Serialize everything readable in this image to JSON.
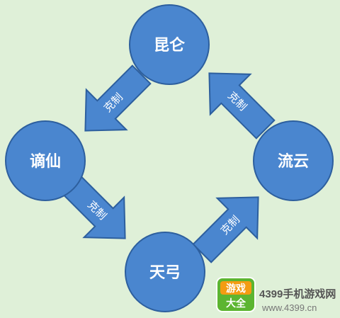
{
  "nodes": [
    {
      "id": "kunlun",
      "label": "昆仑"
    },
    {
      "id": "zhexian",
      "label": "谪仙"
    },
    {
      "id": "tiangong",
      "label": "天弓"
    },
    {
      "id": "liuyun",
      "label": "流云"
    }
  ],
  "relations": [
    {
      "from": "kunlun",
      "to": "zhexian",
      "label": "克制"
    },
    {
      "from": "zhexian",
      "to": "tiangong",
      "label": "克制"
    },
    {
      "from": "tiangong",
      "to": "liuyun",
      "label": "克制"
    },
    {
      "from": "liuyun",
      "to": "kunlun",
      "label": "克制"
    }
  ],
  "colors": {
    "background": "#dff0d8",
    "node_fill": "#4a86cf",
    "node_stroke": "#2d5f9e",
    "text": "#ffffff"
  },
  "watermark": {
    "logo_line1": "游戏",
    "logo_line2": "大全",
    "site": "4399手机游戏网",
    "url": "www.4399.cn"
  }
}
